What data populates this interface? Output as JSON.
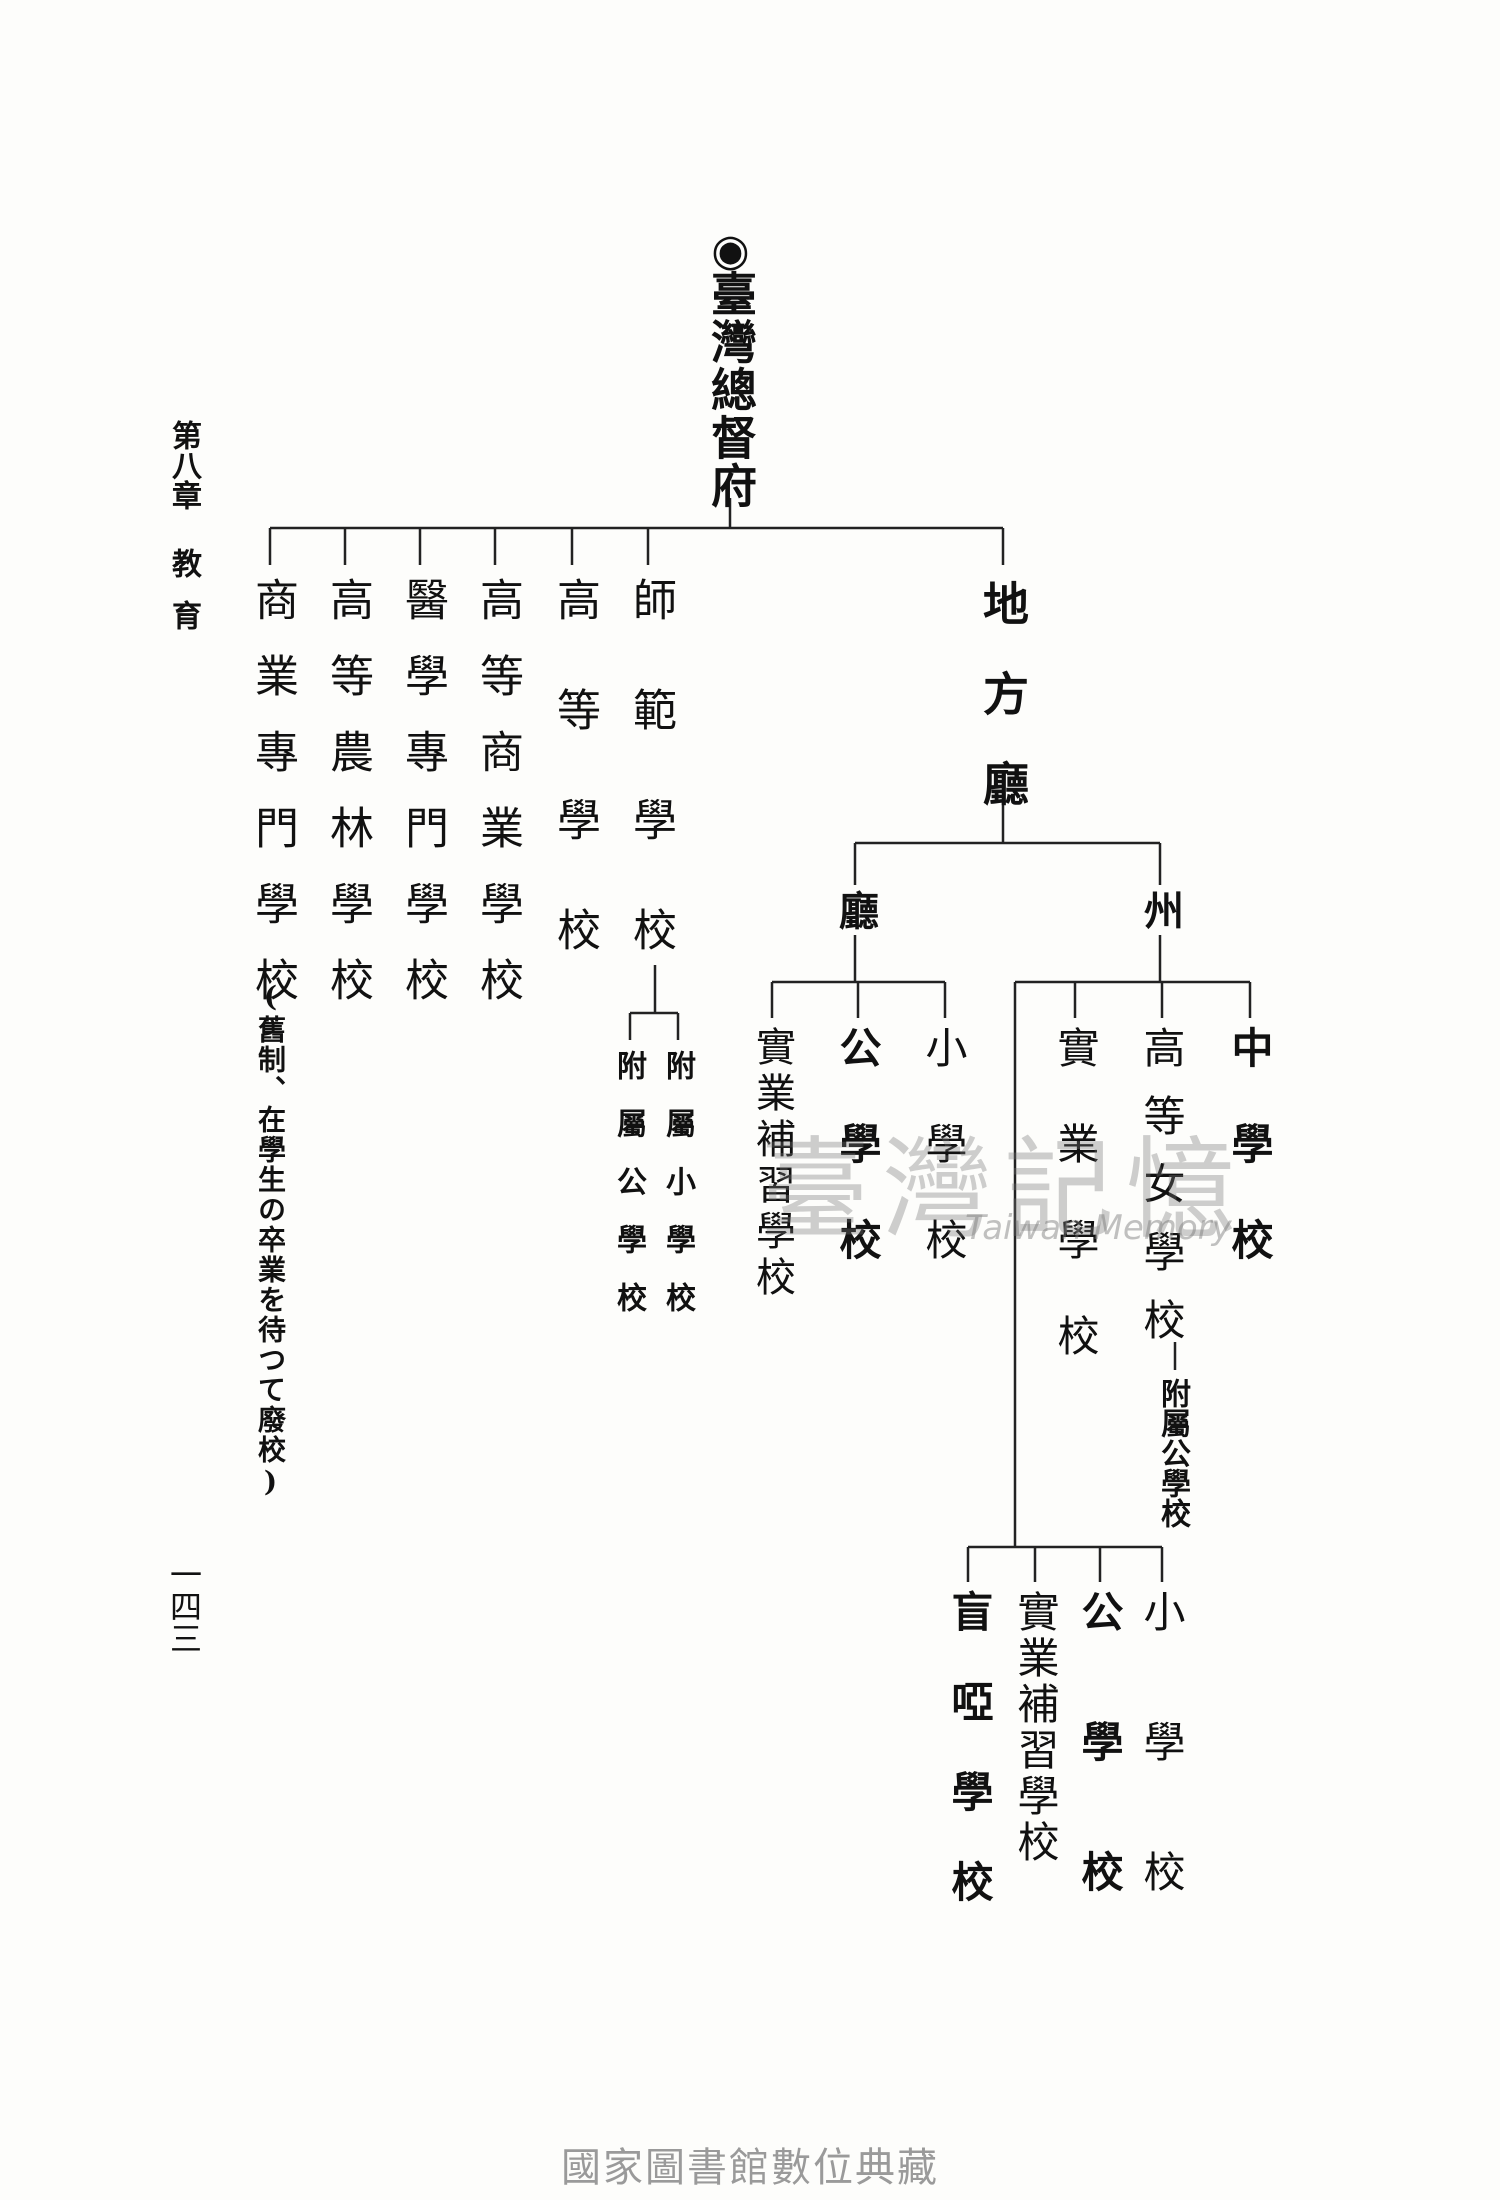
{
  "header": {
    "chapter": "第八章",
    "section": "教育",
    "page_number": "一四三"
  },
  "root": {
    "bullet": "◉",
    "label": "臺灣總督府"
  },
  "schools": {
    "commercial_special": "商業專門學校",
    "commercial_special_note": "(舊制、在學生の卒業を待つて廢校)",
    "agri_forestry": "高等農林學校",
    "medical_special": "醫學專門學校",
    "higher_commercial": "高等商業學校",
    "higher_school": "高等學校",
    "normal_school": "師範學校",
    "normal_attached_primary": "附屬小學校",
    "normal_attached_public": "附屬公學校"
  },
  "local": {
    "label": "地方廳",
    "cho": {
      "label": "廳",
      "vocational_supplementary": "實業補習學校",
      "public_school": "公學校",
      "primary_school": "小學校"
    },
    "shu": {
      "label": "州",
      "middle_school": "中學校",
      "girls_high_school": "高等女學校",
      "girls_high_attached": "附屬公學校",
      "vocational_school": "實業學校",
      "primary_school": "小學校",
      "public_school": "公學校",
      "vocational_supplementary": "實業補習學校",
      "blind_mute_school": "盲啞學校"
    }
  },
  "watermark": {
    "chinese": "臺灣記憶",
    "english": "Taiwan Memory"
  },
  "footer": "國家圖書館數位典藏"
}
